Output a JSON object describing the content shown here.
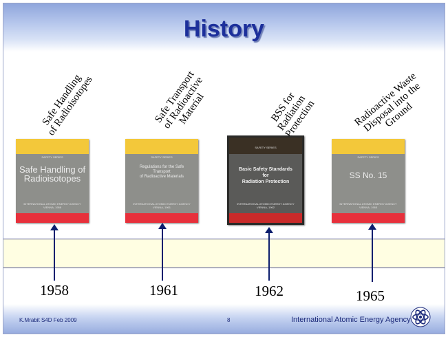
{
  "title": "History",
  "items": [
    {
      "label": "Safe Handling\nof Radioisotopes",
      "year": "1958",
      "cover": {
        "series": "SAFETY SERIES",
        "title": "Safe Handling of\nRadioisotopes",
        "publisher": "INTERNATIONAL ATOMIC ENERGY AGENCY\nVIENNA, 1958"
      }
    },
    {
      "label": "Safe Transport\nof Radioactive\nMaterial",
      "year": "1961",
      "cover": {
        "series": "SAFETY SERIES",
        "title": "Regulations for the Safe\nTransport\nof Radioactive Materials",
        "publisher": "INTERNATIONAL ATOMIC ENERGY AGENCY\nVIENNA, 1961"
      }
    },
    {
      "label": "BSS for\nRadiation\nProtection",
      "year": "1962",
      "cover": {
        "series": "SAFETY SERIES",
        "title": "Basic Safety Standards\nfor\nRadiation Protection",
        "publisher": "INTERNATIONAL ATOMIC ENERGY AGENCY\nVIENNA, 1962"
      }
    },
    {
      "label": "Radioactive Waste\nDisposal into the\nGround",
      "year": "1965",
      "cover": {
        "series": "SAFETY SERIES",
        "title": "SS No. 15",
        "publisher": "INTERNATIONAL ATOMIC ENERGY AGENCY\nVIENNA, 1965"
      }
    }
  ],
  "footer": {
    "author": "K.Mrabit  S4D Feb 2009",
    "page": "8",
    "agency": "International Atomic Energy Agency"
  },
  "colors": {
    "title": "#1c2f9b",
    "band": "#fffee2",
    "arrow": "#0d1f6e",
    "book_top": "#f3c83a",
    "book_bottom": "#e7303b"
  },
  "icons": {
    "logo": "iaea-atom-logo-icon"
  }
}
